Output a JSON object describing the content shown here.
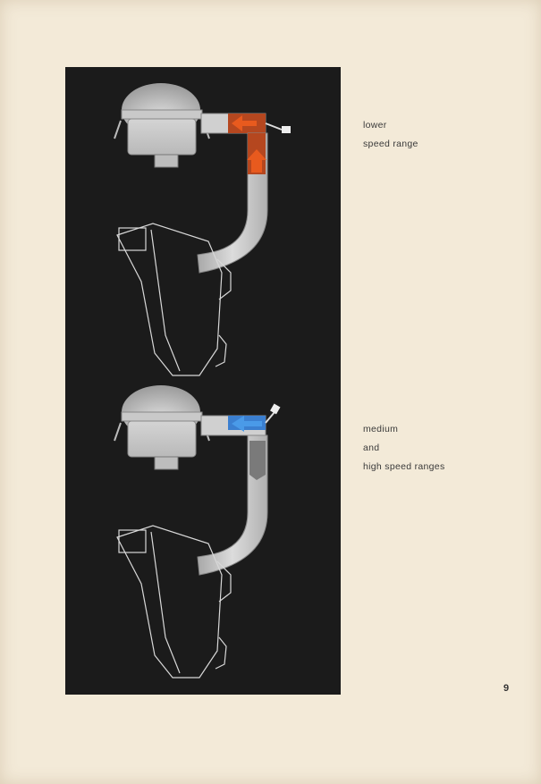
{
  "captions": {
    "lower": {
      "line1": "lower",
      "line2": "speed range"
    },
    "medium_high": {
      "line1": "medium",
      "line2": "and",
      "line3": "high speed ranges"
    }
  },
  "page_number": "9",
  "colors": {
    "panel": "#1b1b1b",
    "warm_flow": "#b5471f",
    "cool_flow": "#3b7fd0",
    "metal": "#cfcfcf"
  },
  "icons": [
    "up-arrow-icon",
    "left-arrow-icon"
  ]
}
